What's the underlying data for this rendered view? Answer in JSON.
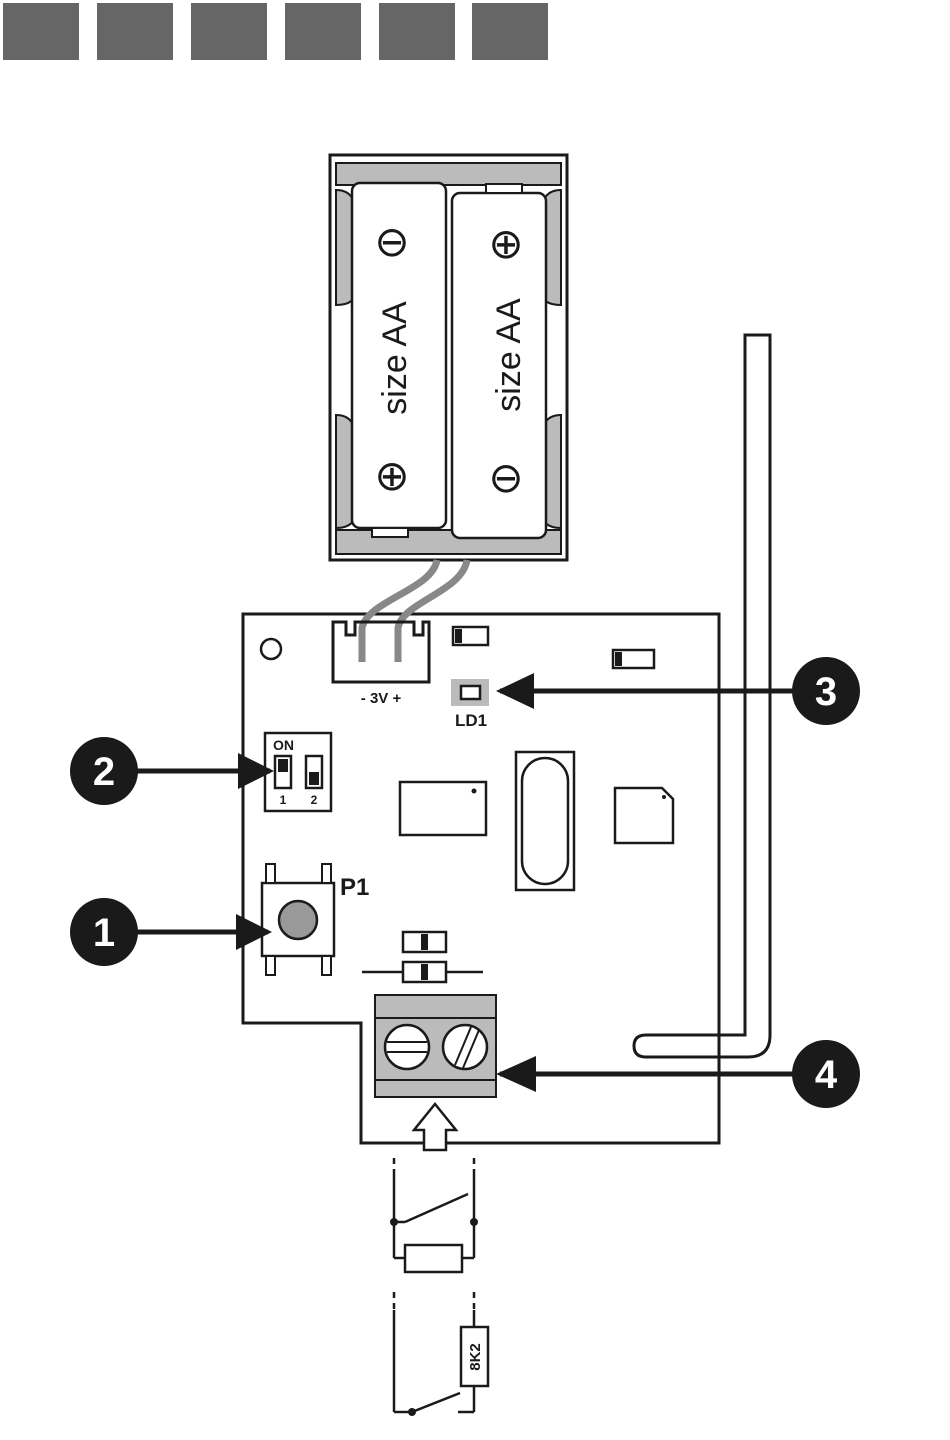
{
  "header_tabs": [
    {
      "id": 1
    },
    {
      "id": 2
    },
    {
      "id": 3
    },
    {
      "id": 4
    },
    {
      "id": 5
    },
    {
      "id": 6
    }
  ],
  "battery": {
    "left_cell": {
      "label": "size AA",
      "top_polarity": "⊖",
      "bottom_polarity": "⊕"
    },
    "right_cell": {
      "label": "size AA",
      "top_polarity": "⊕",
      "bottom_polarity": "⊖"
    }
  },
  "board": {
    "power_label": "- 3V +",
    "led_label": "LD1",
    "dip_switch": {
      "on_label": "ON",
      "switch_1": "1",
      "switch_2": "2"
    },
    "button_label": "P1"
  },
  "callouts": [
    {
      "number": "1"
    },
    {
      "number": "2"
    },
    {
      "number": "3"
    },
    {
      "number": "4"
    }
  ],
  "resistor_label": "8K2",
  "colors": {
    "header_tab": "#666666",
    "line": "#1a1a1a",
    "light_gray": "#bbbbbb",
    "wire_gray": "#888888",
    "callout_fill": "#1a1a1a",
    "callout_text": "#ffffff"
  }
}
